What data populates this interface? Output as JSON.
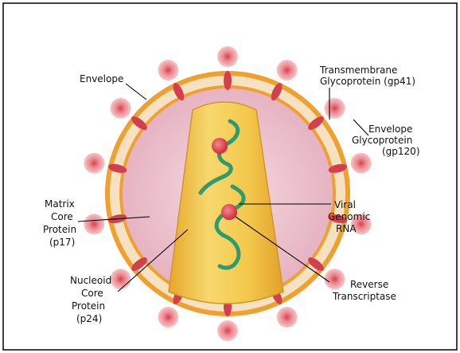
{
  "labels": {
    "envelope": "Envelope",
    "transmembrane_line1": "Transmembrane",
    "transmembrane_line2": "Glycoprotein (gp41)",
    "env_glyco_line1": "Envelope",
    "env_glyco_line2": "Glycoprotein",
    "env_glyco_line3": "(gp120)",
    "matrix_line1": "Matrix",
    "matrix_line2": "Core",
    "matrix_line3": "Protein",
    "matrix_line4": "(p17)",
    "viral_line1": "Viral",
    "viral_line2": "Genomic",
    "viral_line3": "RNA",
    "nucleoid_line1": "Nucleoid",
    "nucleoid_line2": "Core",
    "nucleoid_line3": "Protein",
    "nucleoid_line4": "(p24)",
    "reverse_line1": "Reverse",
    "reverse_line2": "Transcriptase"
  },
  "colors": {
    "outer_ring": "#f0a030",
    "envelope_band": "#f6e2c0",
    "matrix": "#ebbfcc",
    "core": "#f2c23c",
    "gp120": "#f2a0a0",
    "gp41": "#d24050",
    "rna": "#2f9a6e",
    "enzyme": "#de3a4a"
  }
}
